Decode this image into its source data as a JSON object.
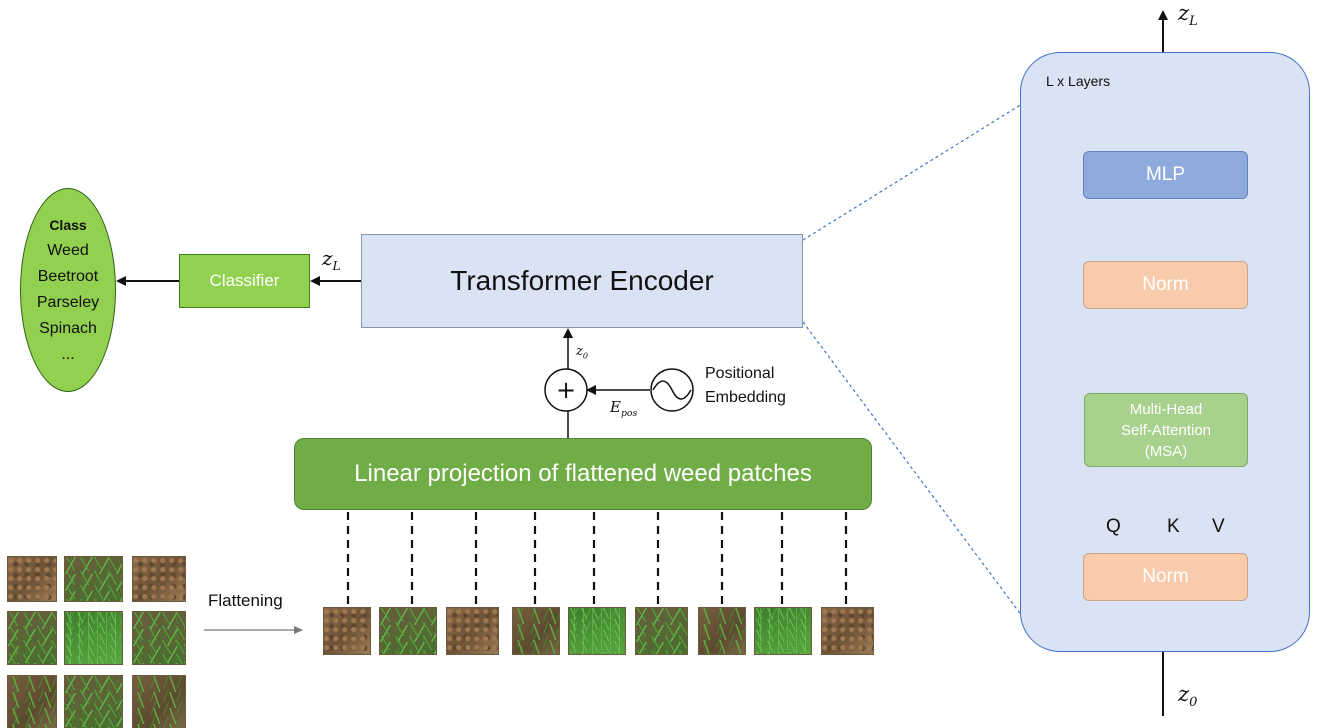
{
  "classes": {
    "header": "Class",
    "items": [
      "Weed",
      "Beetroot",
      "Parseley",
      "Spinach",
      "..."
    ]
  },
  "classifier_label": "Classifier",
  "encoder_label": "Transformer Encoder",
  "projection_label": "Linear projection of flattened weed patches",
  "positional_embedding": [
    "Positional",
    "Embedding"
  ],
  "flattening_label": "Flattening",
  "math": {
    "z_l_var": "z",
    "z_l_sub": "L",
    "z0_var": "z",
    "z0_sub": "0",
    "e_pos_var": "E",
    "e_pos_sub": "pos"
  },
  "operators": {
    "plus": "+"
  },
  "encoder_block": {
    "layers_label": "L x Layers",
    "mlp_label": "MLP",
    "norm_label": "Norm",
    "msa_lines": [
      "Multi-Head",
      "Self-Attention",
      "(MSA)"
    ],
    "qkv": [
      "Q",
      "K",
      "V"
    ]
  },
  "colors": {
    "green_light": "#92d050",
    "green_dark": "#70ad47",
    "blue_light": "#dae3f3",
    "mlp_blue": "#8faadc",
    "norm_peach": "#f8cbad",
    "msa_green": "#a9d18e",
    "dotted_blue": "#4472c4"
  },
  "icons": {
    "sine_wave": "sine-wave-icon",
    "plus_circle": "plus-circle-icon"
  }
}
